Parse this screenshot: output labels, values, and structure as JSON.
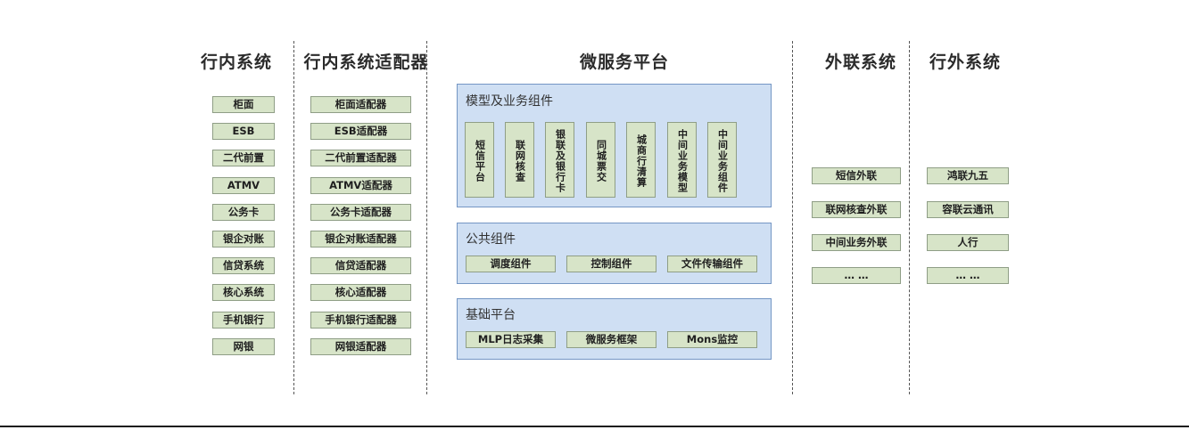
{
  "diagram": {
    "title_bar_rule": true,
    "colors": {
      "node_fill": "#d7e4c8",
      "node_border": "#8f9e86",
      "panel_fill": "#cfdff3",
      "panel_border": "#7496c4",
      "text": "#1f1f1f",
      "separator": "#555555"
    },
    "columns": [
      {
        "id": "in-bank-systems",
        "title": "行内系统",
        "items": [
          "柜面",
          "ESB",
          "二代前置",
          "ATMV",
          "公务卡",
          "银企对账",
          "信贷系统",
          "核心系统",
          "手机银行",
          "网银"
        ]
      },
      {
        "id": "in-bank-adapters",
        "title": "行内系统适配器",
        "items": [
          "柜面适配器",
          "ESB适配器",
          "二代前置适配器",
          "ATMV适配器",
          "公务卡适配器",
          "银企对账适配器",
          "信贷适配器",
          "核心适配器",
          "手机银行适配器",
          "网银适配器"
        ]
      },
      {
        "id": "external-link-systems",
        "title": "外联系统",
        "items": [
          "短信外联",
          "联网核查外联",
          "中间业务外联",
          "… …"
        ]
      },
      {
        "id": "outside-bank-systems",
        "title": "行外系统",
        "items": [
          "鸿联九五",
          "容联云通讯",
          "人行",
          "… …"
        ]
      }
    ],
    "platform": {
      "title": "微服务平台",
      "panels": [
        {
          "id": "model-and-business-components",
          "title": "模型及业务组件",
          "orientation": "vertical",
          "items": [
            "短信平台",
            "联网核查",
            "银联及银行卡",
            "同城票交",
            "城商行清算",
            "中间业务模型",
            "中间业务组件"
          ]
        },
        {
          "id": "public-components",
          "title": "公共组件",
          "orientation": "horizontal",
          "items": [
            "调度组件",
            "控制组件",
            "文件传输组件"
          ]
        },
        {
          "id": "base-platform",
          "title": "基础平台",
          "orientation": "horizontal",
          "items": [
            "MLP日志采集",
            "微服务框架",
            "Mons监控"
          ]
        }
      ]
    }
  }
}
